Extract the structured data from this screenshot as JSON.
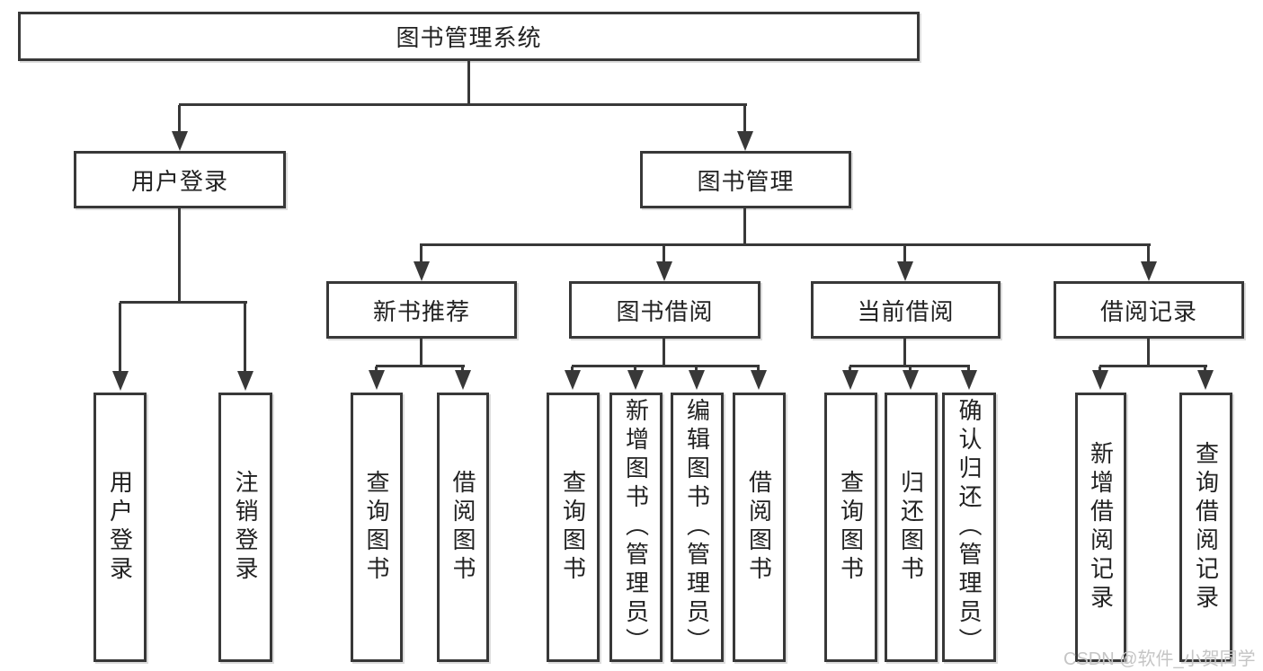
{
  "root": {
    "label": "图书管理系统"
  },
  "level2": {
    "user_login": {
      "label": "用户登录"
    },
    "book_mgmt": {
      "label": "图书管理"
    }
  },
  "level3": {
    "new_book": {
      "label": "新书推荐"
    },
    "book_borrow": {
      "label": "图书借阅"
    },
    "current_borrow": {
      "label": "当前借阅"
    },
    "borrow_records": {
      "label": "借阅记录"
    }
  },
  "leaves": {
    "login": [
      "用户登录",
      "注销登录"
    ],
    "new_book": [
      "查询图书",
      "借阅图书"
    ],
    "book_borrow": [
      "查询图书",
      "新增图书（管理员）",
      "编辑图书（管理员）",
      "借阅图书"
    ],
    "current_borrow": [
      "查询图书",
      "归还图书",
      "确认归还（管理员）"
    ],
    "borrow_records": [
      "新增借阅记录",
      "查询借阅记录"
    ]
  },
  "watermark": "CSDN @软件_小贺同学",
  "colors": {
    "line": "#383838",
    "text": "#222222",
    "watermark": "#c5c5c5",
    "background": "#ffffff"
  }
}
